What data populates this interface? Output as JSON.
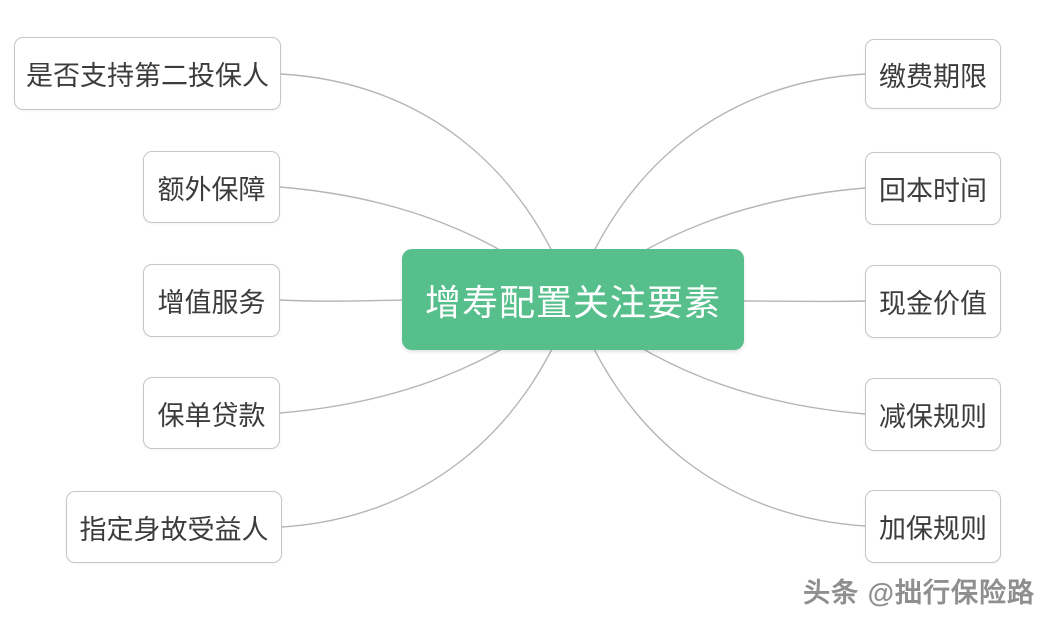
{
  "diagram": {
    "center": {
      "label": "增寿配置关注要素"
    },
    "left_nodes": [
      {
        "label": "是否支持第二投保人"
      },
      {
        "label": "额外保障"
      },
      {
        "label": "增值服务"
      },
      {
        "label": "保单贷款"
      },
      {
        "label": "指定身故受益人"
      }
    ],
    "right_nodes": [
      {
        "label": "缴费期限"
      },
      {
        "label": "回本时间"
      },
      {
        "label": "现金价值"
      },
      {
        "label": "减保规则"
      },
      {
        "label": "加保规则"
      }
    ]
  },
  "watermark": {
    "text": "头条 @拙行保险路"
  },
  "colors": {
    "center_bg": "#57bf8b",
    "center_text": "#ffffff",
    "node_border": "#c6c6c6",
    "node_text": "#3c3c3c",
    "connector": "#b5b5b5",
    "watermark_text": "#8f8f8f",
    "background": "#ffffff"
  }
}
